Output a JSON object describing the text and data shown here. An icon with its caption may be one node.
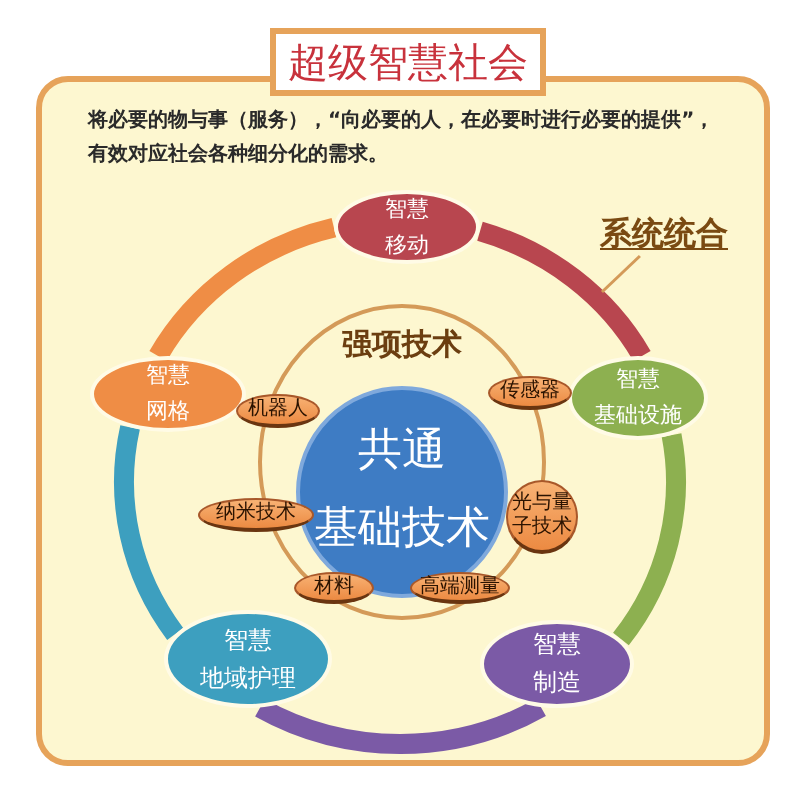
{
  "diagram": {
    "title": "超级智慧社会",
    "nodes": [
      {
        "text": [
          "将必要的物与事（服务），“向必要的人，在必要时进行必要的提供”，有效对应社会各种细分化的需求。"
        ]
      },
      {
        "text": [
          "智慧",
          "移动"
        ],
        "in": 0
      },
      {
        "text": [
          "系统统合"
        ],
        "in": 0
      },
      {
        "text": [
          "强项技术"
        ],
        "in": 0
      },
      {
        "text": [
          "智慧",
          "网格"
        ],
        "in": 0
      },
      {
        "text": [
          "智慧",
          "基础设施"
        ],
        "in": 0
      },
      {
        "text": [
          "机器人"
        ],
        "in": 0
      },
      {
        "text": [
          "传感器"
        ],
        "in": 0
      },
      {
        "text": [
          "共通",
          "基础技术"
        ],
        "in": 3
      },
      {
        "text": [
          "光与量子技术"
        ],
        "in": 0
      },
      {
        "text": [
          "纳米技术"
        ],
        "in": 0
      },
      {
        "text": [
          "材料"
        ],
        "in": 3
      },
      {
        "text": [
          "高端测量"
        ],
        "in": 3
      },
      {
        "text": [
          "智慧",
          "地域护理"
        ],
        "in": 0
      },
      {
        "text": [
          "智慧",
          "制造"
        ],
        "in": 0
      }
    ],
    "edges": [
      {
        "from": 1,
        "to": 5,
        "arrow": "none",
        "color": "#b8464f"
      },
      {
        "from": 5,
        "to": 14,
        "arrow": "none",
        "color": "#8db050"
      },
      {
        "from": 14,
        "to": 13,
        "arrow": "none",
        "color": "#7b5aa6"
      },
      {
        "from": 13,
        "to": 4,
        "arrow": "none",
        "color": "#3d9fbf"
      },
      {
        "from": 4,
        "to": 1,
        "arrow": "none",
        "color": "#ef8d45"
      },
      {
        "from": 2,
        "to": null,
        "arrow": "none"
      }
    ]
  }
}
